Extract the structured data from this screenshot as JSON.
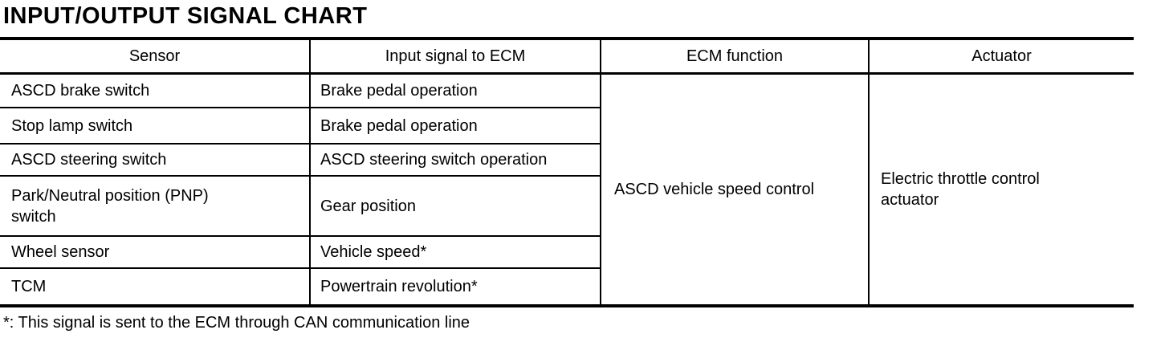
{
  "page": {
    "title": "INPUT/OUTPUT SIGNAL CHART",
    "footnote": "*: This signal is sent to the ECM through CAN communication line"
  },
  "table": {
    "headers": [
      "Sensor",
      "Input signal to ECM",
      "ECM function",
      "Actuator"
    ],
    "rows": [
      {
        "sensor": "ASCD brake switch",
        "input_signal": "Brake pedal operation"
      },
      {
        "sensor": "Stop lamp switch",
        "input_signal": "Brake pedal operation"
      },
      {
        "sensor": "ASCD steering switch",
        "input_signal": "ASCD steering switch operation"
      },
      {
        "sensor": "Park/Neutral position (PNP) switch",
        "input_signal": "Gear position"
      },
      {
        "sensor": "Wheel sensor",
        "input_signal": "Vehicle speed*"
      },
      {
        "sensor": "TCM",
        "input_signal": "Powertrain revolution*"
      }
    ],
    "ecm_function": "ASCD vehicle speed control",
    "actuator": "Electric throttle control actuator"
  },
  "colors": {
    "text": "#000000",
    "background": "#ffffff",
    "border": "#000000"
  }
}
